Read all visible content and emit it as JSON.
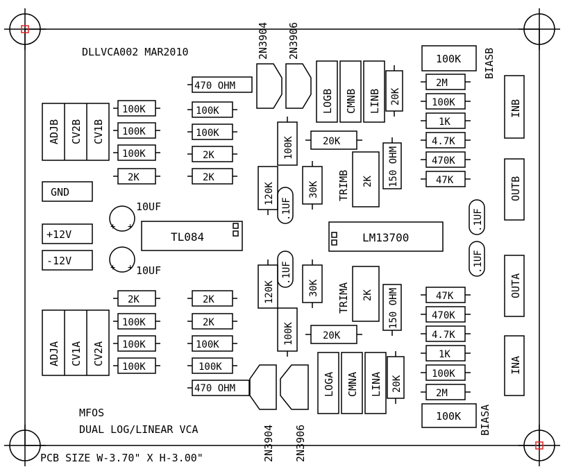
{
  "board": {
    "title": "DLLVCA002  MAR2010",
    "brand": "MFOS",
    "subtitle": "DUAL LOG/LINEAR VCA",
    "size_note": "PCB SIZE W-3.70\" X H-3.00\""
  },
  "power": {
    "gnd": "GND",
    "pos": "+12V",
    "neg": "-12V"
  },
  "ics": {
    "opamp": "TL084",
    "ota": "LM13700"
  },
  "caps": {
    "big": "10UF",
    "small": ".1UF"
  },
  "transistors": {
    "npn": "2N3904",
    "pnp": "2N3906"
  },
  "left_pots": {
    "b": [
      "ADJB",
      "CV2B",
      "CV1B"
    ],
    "a": [
      "ADJA",
      "CV1A",
      "CV2A"
    ]
  },
  "left_resistors": {
    "top_col1": [
      "100K",
      "100K",
      "100K",
      "2K"
    ],
    "top_col2": [
      "470 OHM",
      "100K",
      "100K",
      "2K",
      "2K"
    ],
    "bot_col1": [
      "2K",
      "100K",
      "100K",
      "100K"
    ],
    "bot_col2": [
      "2K",
      "2K",
      "100K",
      "100K",
      "470 OHM"
    ]
  },
  "mid_top": {
    "r100k": "100K",
    "r120k": "120K",
    "r30k": "30K",
    "r20k": "20K",
    "trim_label": "TRIMB",
    "trim_value": "2K",
    "r150": "150 OHM",
    "pots": [
      "LOGB",
      "CMNB",
      "LINB"
    ],
    "r20k_v": "20K"
  },
  "mid_bot": {
    "r100k": "100K",
    "r120k": "120K",
    "r30k": "30K",
    "r20k": "20K",
    "trim_label": "TRIMA",
    "trim_value": "2K",
    "r150": "150 OHM",
    "pots": [
      "LOGA",
      "CMNA",
      "LINA"
    ],
    "r20k_v": "20K"
  },
  "right": {
    "biasb_label": "BIASB",
    "biasa_label": "BIASA",
    "biasb_pot": "100K",
    "biasa_pot": "100K",
    "b_ladder": [
      "2M",
      "100K",
      "1K",
      "4.7K",
      "470K",
      "47K"
    ],
    "a_ladder": [
      "47K",
      "470K",
      "4.7K",
      "1K",
      "100K",
      "2M"
    ],
    "jacks": [
      "INB",
      "OUTB",
      "OUTA",
      "INA"
    ]
  }
}
